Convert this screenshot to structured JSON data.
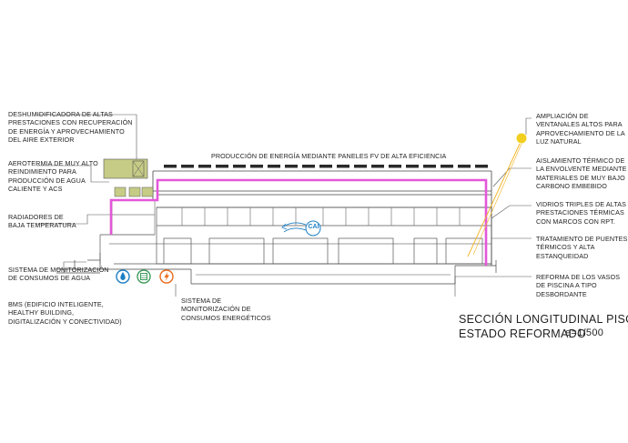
{
  "left_labels": {
    "dehumidifier": "DESHUMIDIFICADORA DE ALTAS\nPRESTACIONES CON RECUPERACIÓN\nDE ENERGÍA Y APROVECHAMIENTO\nDEL AIRE EXTERIOR",
    "aerothermal": "AEROTERMIA DE MUY ALTO\nREINDIMIENTO PARA\nPRODUCCIÓN DE AGUA\nCALIENTE Y ACS",
    "radiators": "RADIADORES DE\nBAJA TEMPERATURA",
    "water_monitoring": "SISTEMA DE MONITORIZACIÓN\nDE CONSUMOS DE AGUA",
    "bms": "BMS (EDIFICIO INTELIGENTE,\nHEALTHY BUILDING,\nDIGITALIZACIÓN Y CONECTIVIDAD)",
    "energy_monitoring": "SISTEMA DE\nMONITORIZACIÓN DE\nCONSUMOS ENERGÉTICOS"
  },
  "top_label": "PRODUCCIÓN DE ENERGÍA MEDIANTE PANELES FV DE ALTA EFICIENCIA",
  "right_labels": {
    "skylights": "AMPLIACIÓN DE\nVENTANALES ALTOS PARA\nAPROVECHAMIENTO DE LA\nLUZ NATURAL",
    "insulation": "AISLAMIENTO TÉRMICO DE\nLA ENVOLVENTE MEDIANTE\nMATERIALES DE MUY BAJO\nCARBONO EMBEBIDO",
    "glazing": "VIDRIOS TRIPLES DE ALTAS\nPRESTACIONES TÉRMICAS\nCON MARCOS CON RPT.",
    "bridges": "TRATAMIENTO DE PUENTES\nTÉRMICOS Y ALTA\nESTANQUEIDAD",
    "pool": "REFORMA DE LOS VASOS\nDE PISCINA A TIPO\nDESBORDANTE"
  },
  "cai_label": "CAI",
  "title": {
    "line1": "SECCIÓN  LONGITUDINAL PISCINA",
    "line2": "ESTADO REFORMADO",
    "scale": "e=1/500"
  },
  "colors": {
    "magenta": "#e357d8",
    "unit_green": "#c6cc86",
    "sun": "#f2cf1f",
    "water_blue": "#1d7fc4",
    "bms_green": "#3d9b5c",
    "energy_orange": "#ea6a1c"
  },
  "icons": {
    "water": "water-drop-icon",
    "bms": "building-icon",
    "energy": "lightning-icon"
  }
}
